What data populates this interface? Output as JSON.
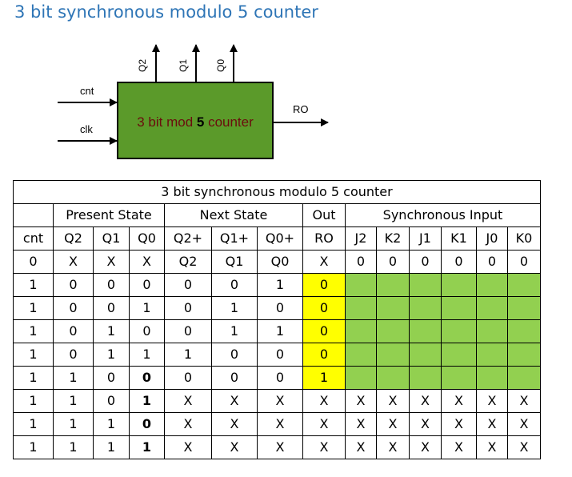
{
  "title": "3 bit synchronous modulo 5 counter",
  "diagram": {
    "block_label_pre": "3 bit mod ",
    "block_label_num": "5",
    "block_label_post": " counter",
    "inputs": [
      "cnt",
      "clk"
    ],
    "outputs_top": [
      "Q2",
      "Q1",
      "Q0"
    ],
    "output_right": "RO",
    "colors": {
      "block_fill": "#5b9a2a",
      "block_text": "#6b0d0d",
      "num_text": "#000000"
    }
  },
  "table": {
    "caption": "3 bit synchronous modulo 5 counter",
    "groups": [
      "Present State",
      "Next State",
      "Out",
      "Synchronous Input"
    ],
    "headers": [
      "cnt",
      "Q2",
      "Q1",
      "Q0",
      "Q2+",
      "Q1+",
      "Q0+",
      "RO",
      "J2",
      "K2",
      "J1",
      "K1",
      "J0",
      "K0"
    ],
    "rows": [
      [
        "0",
        "X",
        "X",
        "X",
        "Q2",
        "Q1",
        "Q0",
        "X",
        "0",
        "0",
        "0",
        "0",
        "0",
        "0"
      ],
      [
        "1",
        "0",
        "0",
        "0",
        "0",
        "0",
        "1",
        "0",
        "",
        "",
        "",
        "",
        "",
        ""
      ],
      [
        "1",
        "0",
        "0",
        "1",
        "0",
        "1",
        "0",
        "0",
        "",
        "",
        "",
        "",
        "",
        ""
      ],
      [
        "1",
        "0",
        "1",
        "0",
        "0",
        "1",
        "1",
        "0",
        "",
        "",
        "",
        "",
        "",
        ""
      ],
      [
        "1",
        "0",
        "1",
        "1",
        "1",
        "0",
        "0",
        "0",
        "",
        "",
        "",
        "",
        "",
        ""
      ],
      [
        "1",
        "1",
        "0",
        "0",
        "0",
        "0",
        "0",
        "1",
        "",
        "",
        "",
        "",
        "",
        ""
      ],
      [
        "1",
        "1",
        "0",
        "1",
        "X",
        "X",
        "X",
        "X",
        "X",
        "X",
        "X",
        "X",
        "X",
        "X"
      ],
      [
        "1",
        "1",
        "1",
        "0",
        "X",
        "X",
        "X",
        "X",
        "X",
        "X",
        "X",
        "X",
        "X",
        "X"
      ],
      [
        "1",
        "1",
        "1",
        "1",
        "X",
        "X",
        "X",
        "X",
        "X",
        "X",
        "X",
        "X",
        "X",
        "X"
      ]
    ],
    "colors": {
      "out_highlight": "#ffff00",
      "sync_highlight": "#92d050"
    }
  }
}
